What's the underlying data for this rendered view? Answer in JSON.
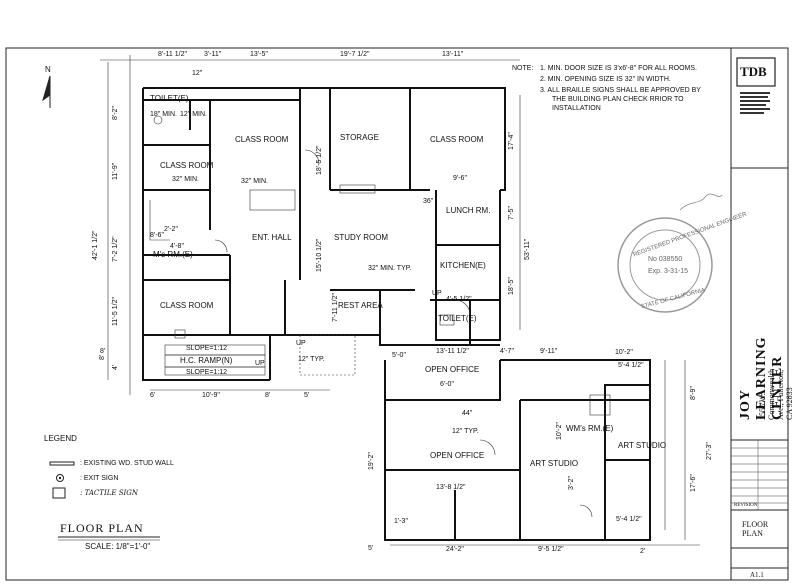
{
  "north": "N",
  "notes": {
    "header": "NOTE:",
    "items": [
      "1.  MIN. DOOR SIZE IS 3'x6'-8\" FOR ALL ROOMS.",
      "2.  MIN. OPENING SIZE IS 32\" IN WIDTH.",
      "3.  ALL BRAILLE SIGNS SHALL BE APPROVED BY",
      "THE BUILDING PLAN CHECK RRIOR TO",
      "INSTALLATION"
    ]
  },
  "title_block": {
    "firm": "TDB",
    "project_name": "JOY LEARNING CENTER",
    "project_address": "1555 W. Commonwealth Ave., Fullerton, CA 92833",
    "sheet_title": "FLOOR PLAN",
    "sheet_number": "A1.1",
    "revision_label": "REVISION",
    "stamp_text": "REGISTERED PROFESSIONAL ENGINEER",
    "stamp_number": "No 038550",
    "stamp_exp": "Exp. 3-31-15",
    "stamp_state": "STATE OF CALIFORNIA"
  },
  "plan": {
    "title": "FLOOR  PLAN",
    "scale": "SCALE:  1/8\"=1'-0\""
  },
  "legend": {
    "title": "LEGEND",
    "items": [
      {
        "symbol": "wall",
        "label": ": EXISTING WD. STUD WALL"
      },
      {
        "symbol": "exit",
        "label": ": EXIT SIGN"
      },
      {
        "symbol": "tactile",
        "label": ": TACTILE SIGN"
      }
    ]
  },
  "rooms": {
    "toilet_e": "TOILET(E)",
    "class1": "CLASS ROOM",
    "class2": "CLASS ROOM",
    "storage": "STORAGE",
    "class3": "CLASS ROOM",
    "lunch": "LUNCH RM.",
    "ent_hall": "ENT. HALL",
    "study": "STUDY ROOM",
    "kitchen": "KITCHEN(E)",
    "ms_rm": "M's RM.(E)",
    "class4": "CLASS ROOM",
    "rest": "REST AREA",
    "toilet2": "TOILET(E)",
    "open1": "OPEN OFFICE",
    "open2": "OPEN OFFICE",
    "art1": "ART STUDIO",
    "art2": "ART STUDIO",
    "ws_rm": "WM's RM.(E)",
    "ramp": "H.C. RAMP(N)"
  },
  "dims": {
    "top": [
      "8'-11 1/2\"",
      "3'-11\"",
      "13'-5\"",
      "19'-7 1/2\"",
      "13'-11\""
    ],
    "left_total": "42'-1 1/2\"",
    "left": [
      "8'-2\"",
      "11'-9\"",
      "7'-2 1/2\"",
      "11'-5 1/2\"",
      "8'",
      "4'"
    ],
    "right_total": "53'-11\"",
    "right": [
      "17'-4\"",
      "7'-5\"",
      "18'-5\""
    ],
    "misc": [
      "32\" MIN.",
      "32\" MIN.",
      "18\" MIN.",
      "12\" MIN.",
      "12\"",
      "18'-5 1/2\"",
      "15'-10 1/2\"",
      "9'-6\"",
      "36\"",
      "32\" MIN. TYP.",
      "4'-5 1/2\"",
      "7'-11 1/2\"",
      "13'-11 1/2\"",
      "4'-7\"",
      "9'-11\"",
      "10'-2\"",
      "5'-4 1/2\"",
      "8'-9\"",
      "27'-3\"",
      "17'-6\"",
      "6'-0\"",
      "44\"",
      "12\" TYP.",
      "10'-2\"",
      "3'-2\"",
      "13'-8 1/2\"",
      "1'-3\"",
      "19'-2\"",
      "24'-2\"",
      "9'-5 1/2\"",
      "5'-4 1/2\"",
      "6'",
      "10'-9\"",
      "8'",
      "5'",
      "12\" TYP.",
      "SLOPE=1:12",
      "SLOPE=1:12",
      "UP",
      "UP",
      "UP",
      "8'",
      "5'",
      "5'-0\"",
      "4'-8\"",
      "2'-2\"",
      "8'-6\"",
      "2'"
    ]
  }
}
